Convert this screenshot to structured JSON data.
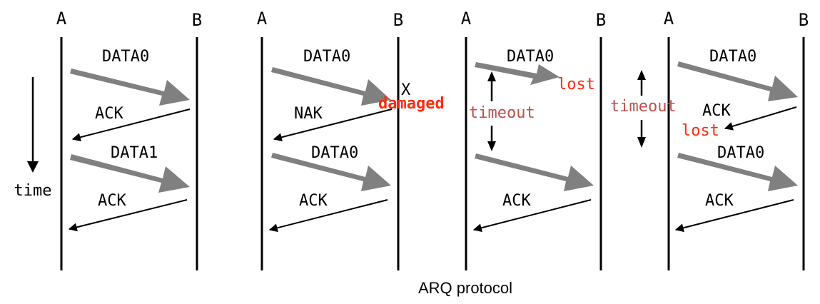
{
  "caption": "ARQ protocol",
  "colors": {
    "line": "#000000",
    "data_arrow": "#808080",
    "error_text": "#ff2b0f",
    "timeout_text": "#c0504d"
  },
  "time_label": "time",
  "panels": [
    {
      "left_label": "A",
      "right_label": "B",
      "messages": [
        {
          "label": "DATA0",
          "kind": "data"
        },
        {
          "label": "ACK",
          "kind": "ack"
        },
        {
          "label": "DATA1",
          "kind": "data"
        },
        {
          "label": "ACK",
          "kind": "ack"
        }
      ]
    },
    {
      "left_label": "A",
      "right_label": "B",
      "damage_mark": "X",
      "damage_label": "damaged",
      "messages": [
        {
          "label": "DATA0",
          "kind": "data"
        },
        {
          "label": "NAK",
          "kind": "ack"
        },
        {
          "label": "DATA0",
          "kind": "data"
        },
        {
          "label": "ACK",
          "kind": "ack"
        }
      ]
    },
    {
      "left_label": "A",
      "right_label": "B",
      "lost_label": "lost",
      "timeout_label": "timeout",
      "messages": [
        {
          "label": "DATA0",
          "kind": "data"
        },
        {
          "label": "",
          "kind": "data"
        },
        {
          "label": "ACK",
          "kind": "ack"
        }
      ]
    },
    {
      "left_label": "A",
      "right_label": "B",
      "lost_label": "lost",
      "timeout_label": "timeout",
      "messages": [
        {
          "label": "DATA0",
          "kind": "data"
        },
        {
          "label": "ACK",
          "kind": "ack"
        },
        {
          "label": "DATA0",
          "kind": "data"
        },
        {
          "label": "ACK",
          "kind": "ack"
        }
      ]
    }
  ]
}
